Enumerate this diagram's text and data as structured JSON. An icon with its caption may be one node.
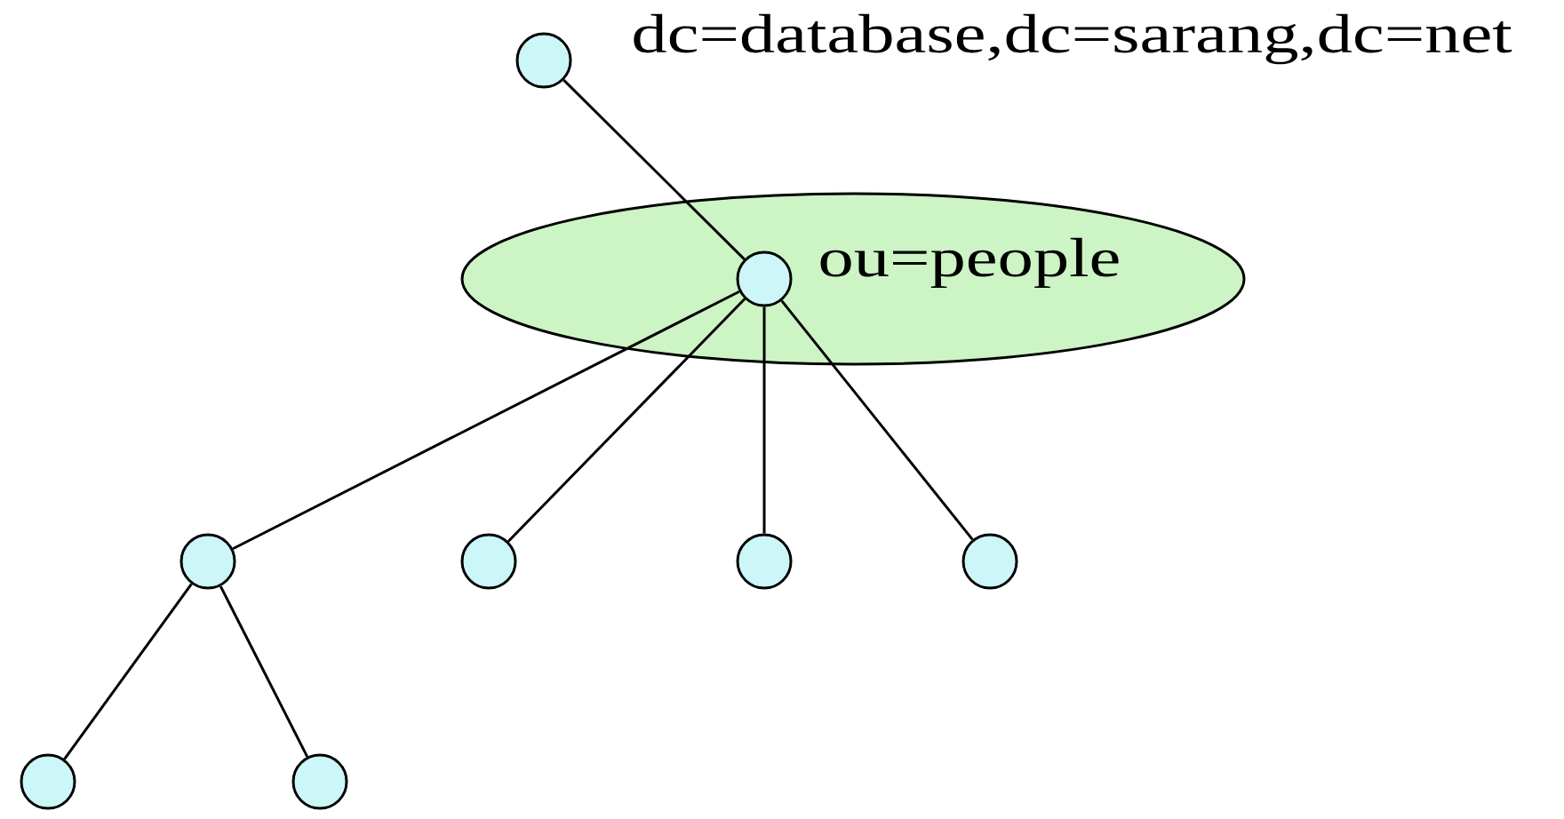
{
  "diagram": {
    "nodes": [
      {
        "text": [
          "dc=database,dc=sarang,dc=net"
        ]
      },
      {
        "text": [
          "ou=people"
        ]
      },
      {
        "text": [],
        "shape": "circle",
        "in": 1
      },
      {
        "text": [],
        "shape": "circle"
      },
      {
        "text": [],
        "shape": "circle"
      },
      {
        "text": [],
        "shape": "circle"
      },
      {
        "text": [],
        "shape": "circle"
      },
      {
        "text": [],
        "shape": "circle"
      },
      {
        "text": [],
        "shape": "circle"
      }
    ],
    "edges": [
      {
        "from": 0,
        "to": 2,
        "arrow": "none"
      },
      {
        "from": 2,
        "to": 3,
        "arrow": "none"
      },
      {
        "from": 2,
        "to": 4,
        "arrow": "none"
      },
      {
        "from": 2,
        "to": 5,
        "arrow": "none"
      },
      {
        "from": 2,
        "to": 6,
        "arrow": "none"
      },
      {
        "from": 3,
        "to": 7,
        "arrow": "none"
      },
      {
        "from": 3,
        "to": 8,
        "arrow": "none"
      }
    ]
  }
}
